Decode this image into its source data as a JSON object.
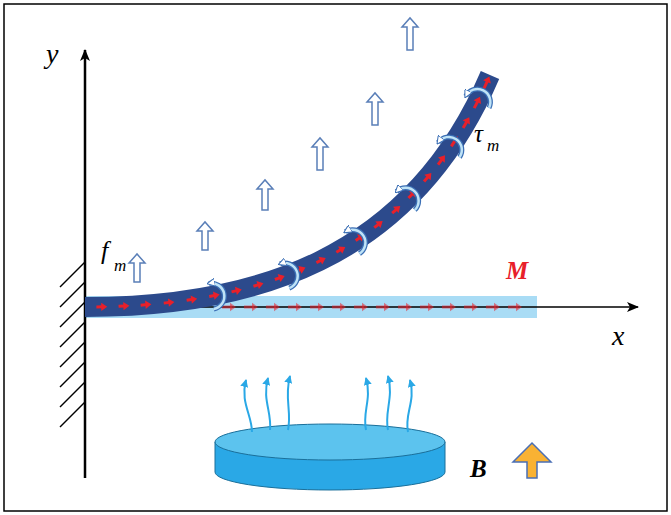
{
  "diagram": {
    "labels": [
      "y",
      "x",
      "f",
      "m",
      "τ",
      "m",
      "M",
      "B"
    ]
  }
}
